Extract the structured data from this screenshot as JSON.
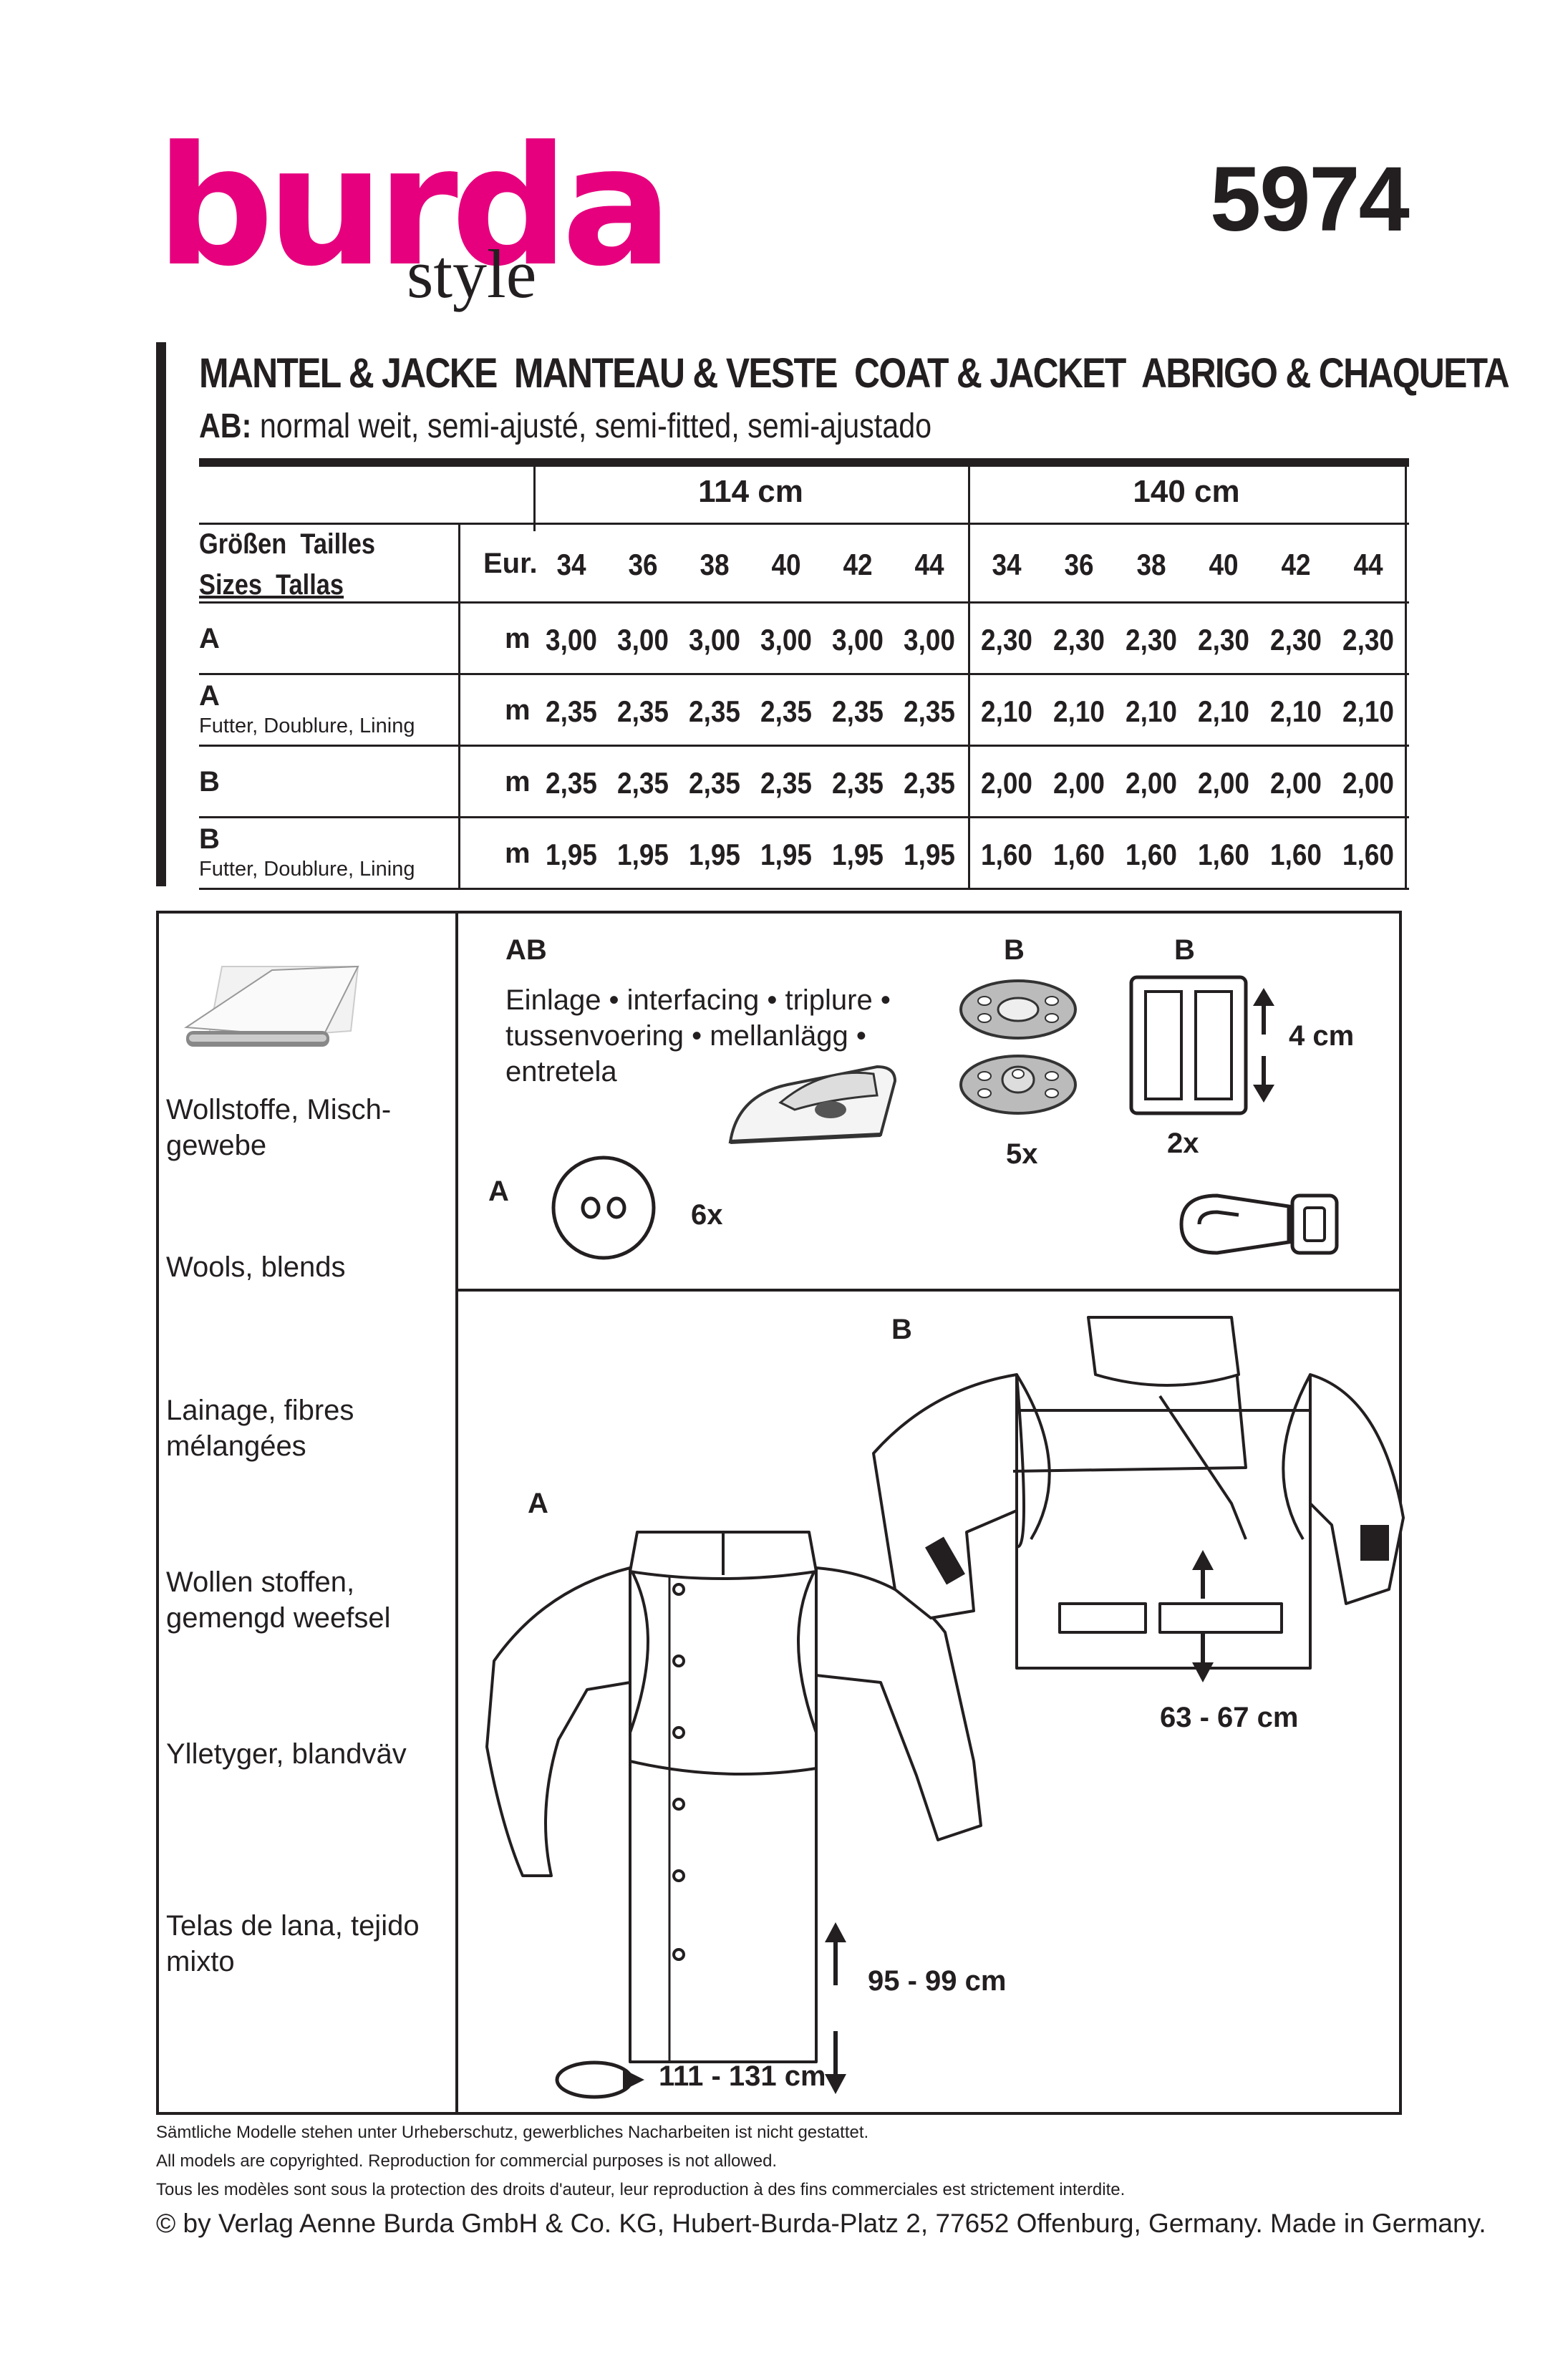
{
  "header": {
    "brand": "burda",
    "brand_sub": "style",
    "pattern_number": "5974",
    "title": "MANTEL & JACKE  MANTEAU & VESTE  COAT & JACKET  ABRIGO & CHAQUETA",
    "subtitle_label": "AB:",
    "subtitle_text": " normal weit, semi-ajusté, semi-fitted, semi-ajustado",
    "brand_color": "#e6007e"
  },
  "table": {
    "width_114": "114 cm",
    "width_140": "140 cm",
    "size_label_1": "Größen  Tailles",
    "size_label_2": "Sizes  Tallas",
    "eur": "Eur.",
    "sizes": [
      "34",
      "36",
      "38",
      "40",
      "42",
      "44",
      "34",
      "36",
      "38",
      "40",
      "42",
      "44"
    ],
    "unit": "m",
    "rows": [
      {
        "label": "A",
        "sub": "",
        "values": [
          "3,00",
          "3,00",
          "3,00",
          "3,00",
          "3,00",
          "3,00",
          "2,30",
          "2,30",
          "2,30",
          "2,30",
          "2,30",
          "2,30"
        ]
      },
      {
        "label": "A",
        "sub": "Futter, Doublure, Lining",
        "values": [
          "2,35",
          "2,35",
          "2,35",
          "2,35",
          "2,35",
          "2,35",
          "2,10",
          "2,10",
          "2,10",
          "2,10",
          "2,10",
          "2,10"
        ]
      },
      {
        "label": "B",
        "sub": "",
        "values": [
          "2,35",
          "2,35",
          "2,35",
          "2,35",
          "2,35",
          "2,35",
          "2,00",
          "2,00",
          "2,00",
          "2,00",
          "2,00",
          "2,00"
        ]
      },
      {
        "label": "B",
        "sub": "Futter, Doublure, Lining",
        "values": [
          "1,95",
          "1,95",
          "1,95",
          "1,95",
          "1,95",
          "1,95",
          "1,60",
          "1,60",
          "1,60",
          "1,60",
          "1,60",
          "1,60"
        ]
      }
    ]
  },
  "fabrics": {
    "de": "Wollstoffe, Misch-\ngewebe",
    "en": "Wools, blends",
    "fr": "Lainage, fibres\nmélangées",
    "nl": "Wollen stoffen,\ngemengd weefsel",
    "sv": "Ylletyger, blandväv",
    "es": "Telas de lana, tejido\nmixto"
  },
  "notions": {
    "ab_label": "AB",
    "interfacing": "Einlage • interfacing • triplure •\ntussenvoering • mellanlägg •\nentretela",
    "a_label": "A",
    "buttons_qty": "6x",
    "b_label_snaps": "B",
    "snaps_qty": "5x",
    "b_label_buckle": "B",
    "buckle_qty": "2x",
    "buckle_size": "4 cm"
  },
  "views": {
    "a_label": "A",
    "b_label": "B",
    "a_length": "95 - 99 cm",
    "a_width": "111 - 131 cm",
    "b_length": "63 - 67 cm"
  },
  "footer": {
    "line1": "Sämtliche Modelle stehen unter Urheberschutz, gewerbliches Nacharbeiten ist nicht gestattet.",
    "line2": "All models are copyrighted. Reproduction for commercial purposes is not allowed.",
    "line3": "Tous les modèles sont sous la protection des droits d'auteur, leur reproduction à des fins commerciales est strictement interdite.",
    "line4": "© by Verlag Aenne Burda GmbH & Co. KG, Hubert-Burda-Platz 2, 77652 Offenburg, Germany. Made in Germany."
  }
}
